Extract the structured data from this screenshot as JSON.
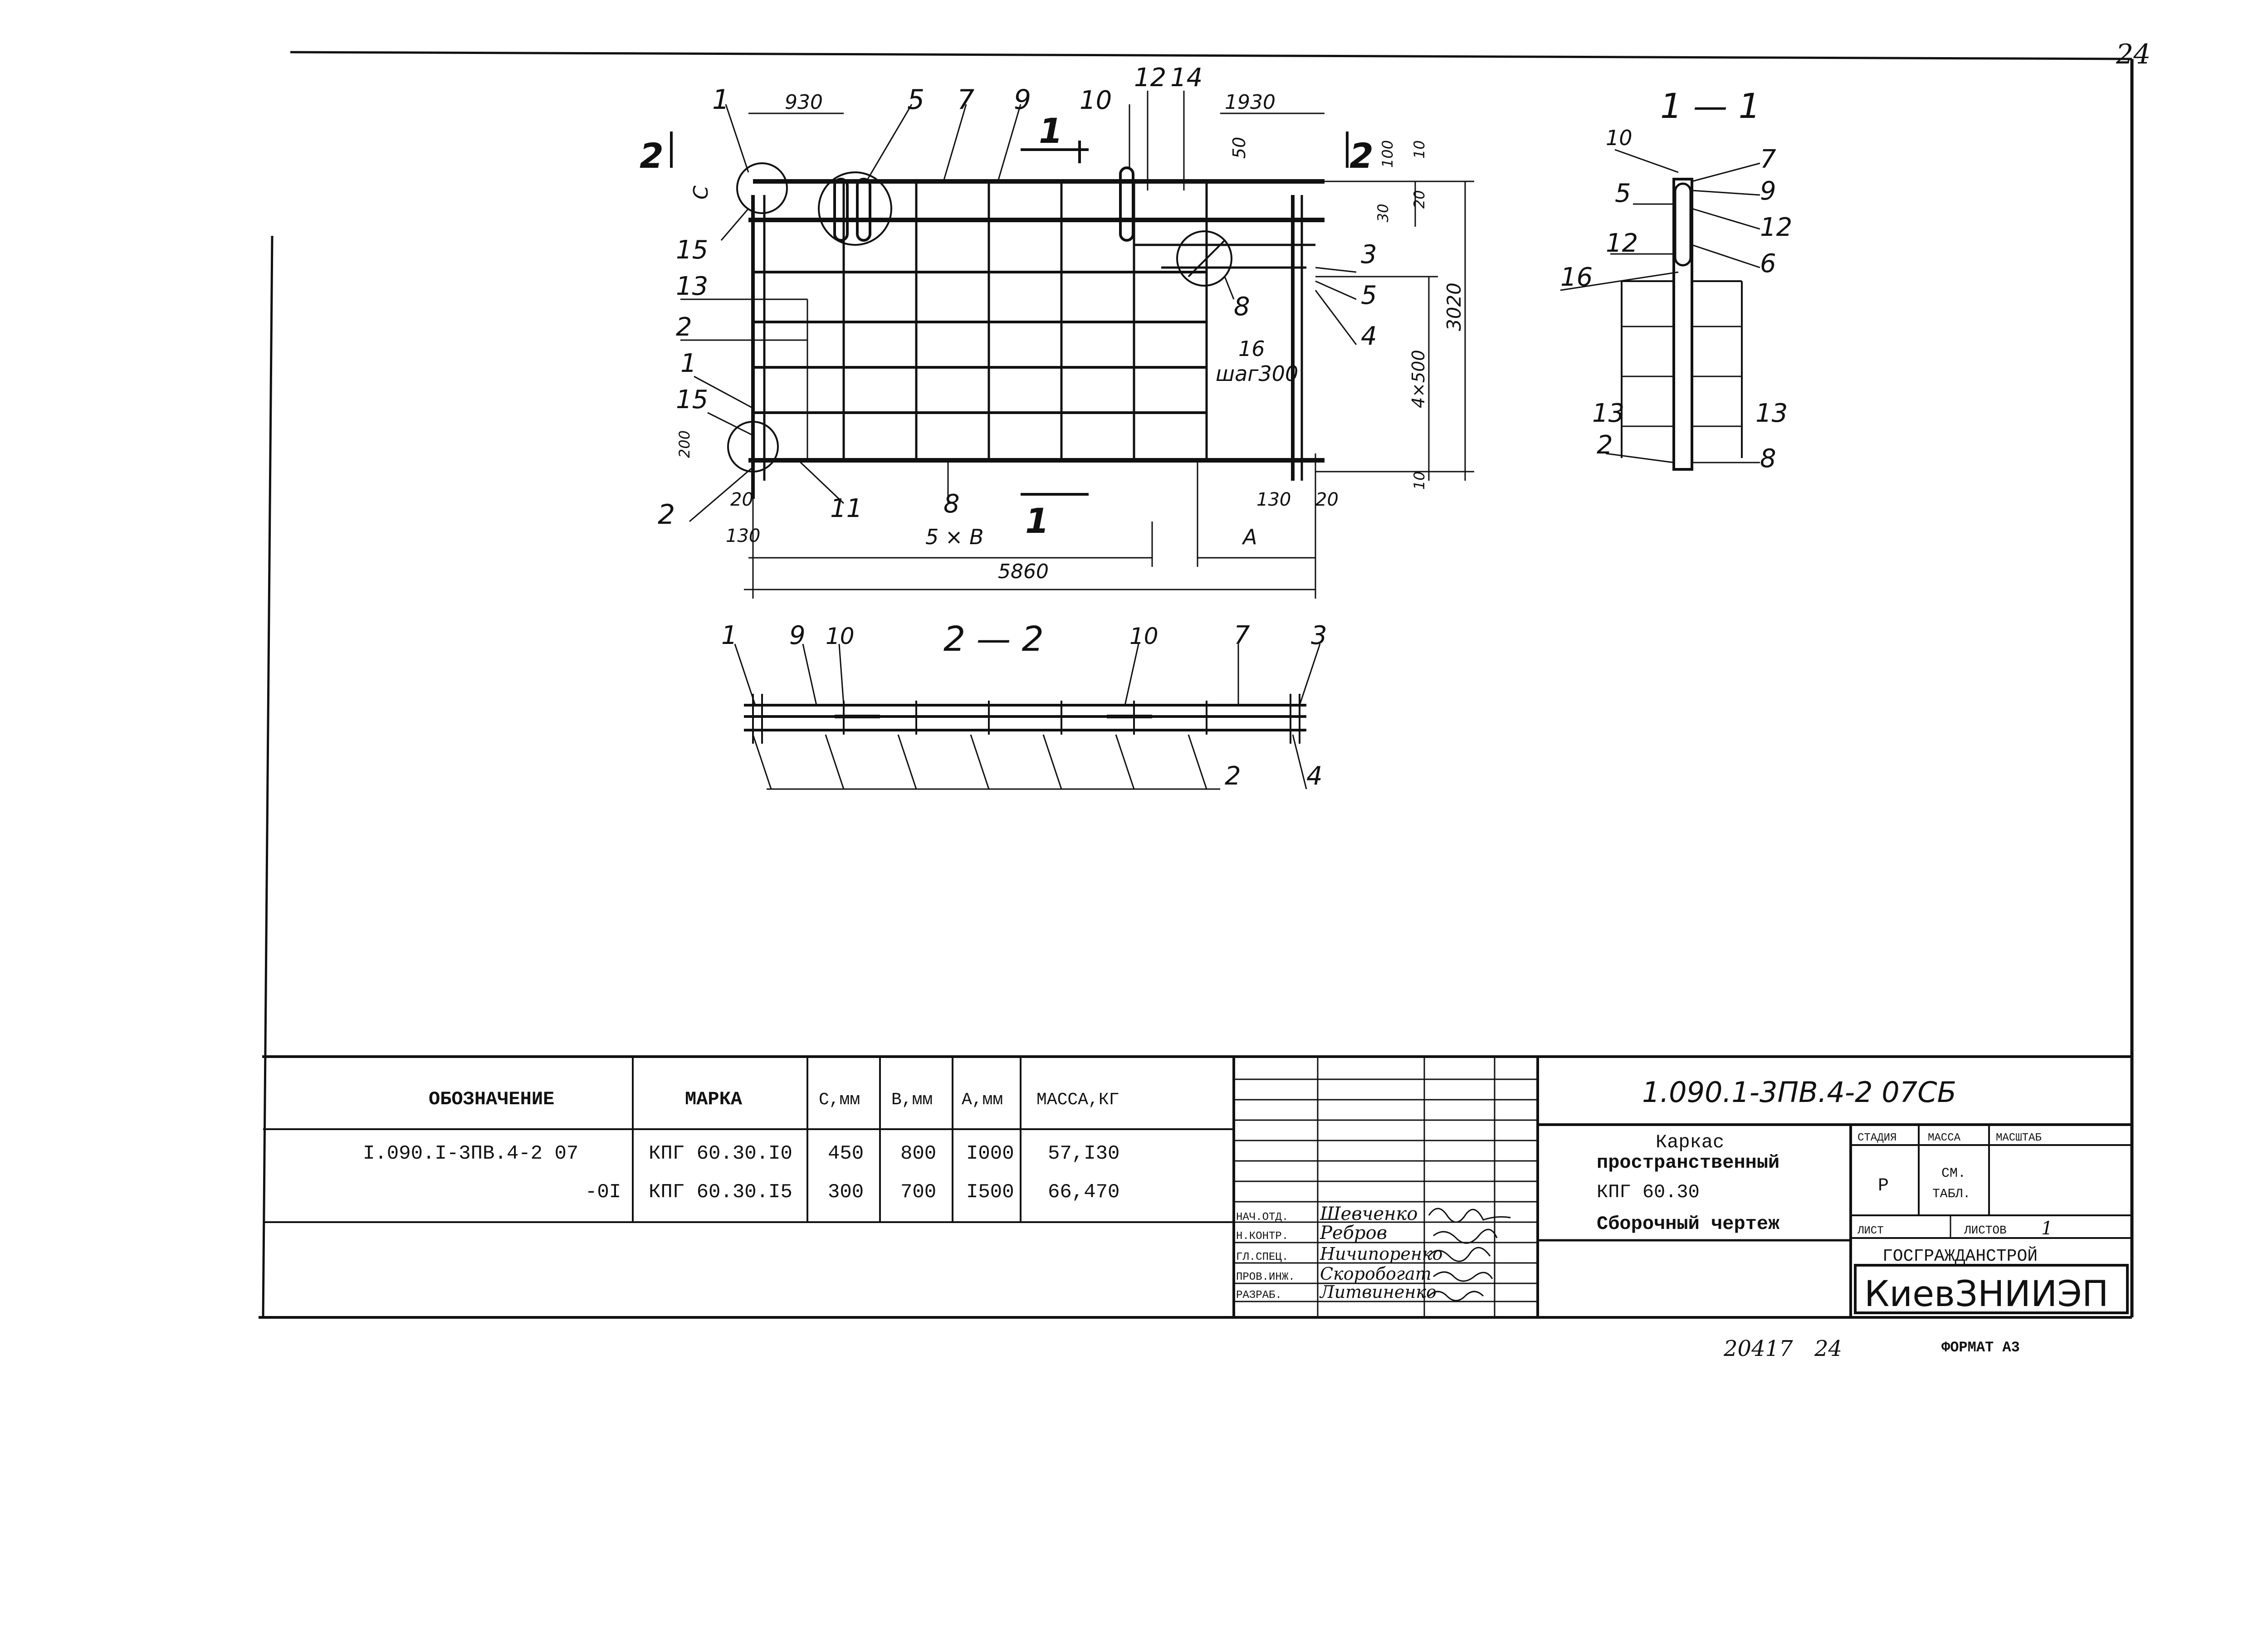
{
  "page": {
    "sheet_number": "24",
    "bottom_left_code": "20417",
    "bottom_page_number": "24",
    "format": "ФОРМАТ А3"
  },
  "drawing": {
    "labels": {
      "positions": [
        "1",
        "5",
        "7",
        "9",
        "10",
        "12",
        "14",
        "2",
        "15",
        "13",
        "2",
        "1",
        "15",
        "2",
        "11",
        "8",
        "3",
        "5",
        "4",
        "8",
        "16"
      ],
      "pitch_note": "шаг300",
      "multiplier_b": "5 × B",
      "multiplier_500": "4×500",
      "letter_a": "A",
      "letter_c": "C",
      "section_mark_1": "1",
      "section_mark_2": "2"
    },
    "dimensions": {
      "d930": "930",
      "d1930": "1930",
      "d50": "50",
      "d100": "100",
      "d10a": "10",
      "d20": "20",
      "d30": "30",
      "d3020": "3020",
      "d10b": "10",
      "d200": "200",
      "d20b": "20",
      "d130": "130",
      "d130b": "130",
      "d20c": "20",
      "d5860": "5860"
    },
    "section_1_1": {
      "title": "1 — 1",
      "labels": [
        "10",
        "7",
        "9",
        "5",
        "12",
        "6",
        "16",
        "12",
        "13",
        "13",
        "2",
        "8"
      ]
    },
    "section_2_2": {
      "title": "2 — 2",
      "labels": [
        "1",
        "9",
        "10",
        "10",
        "7",
        "3",
        "2",
        "4"
      ]
    }
  },
  "spec_table": {
    "headers": [
      "ОБОЗНАЧЕНИЕ",
      "МАРКА",
      "С,мм",
      "В,мм",
      "А,мм",
      "МАССА,КГ"
    ],
    "rows": [
      [
        "I.090.I-3ПВ.4-2 07",
        "КПГ 60.30.I0",
        "450",
        "800",
        "I000",
        "57,I30"
      ],
      [
        "-0I",
        "КПГ 60.30.I5",
        "300",
        "700",
        "I500",
        "66,470"
      ]
    ]
  },
  "title_block": {
    "doc_code": "1.090.1-3ПВ.4-2   07СБ",
    "title_line1": "Каркас",
    "title_line2": "пространственный",
    "title_line3": "КПГ 60.30",
    "title_line4": "Сборочный чертеж",
    "stage_header": "СТАДИЯ",
    "mass_header": "МАССА",
    "scale_header": "МАСШТАБ",
    "stage_value": "Р",
    "mass_value_1": "СМ.",
    "mass_value_2": "ТАБЛ.",
    "sheet_label": "ЛИСТ",
    "sheets_label": "ЛИСТОВ",
    "sheets_value": "1",
    "org_line1": "ГОСГРАЖДАНСТРОЙ",
    "org_line2": "КиевЗНИИЭП",
    "signatures": [
      {
        "role": "НАЧ.ОТД.",
        "name": "Шевченко"
      },
      {
        "role": "Н.КОНТР.",
        "name": "Ребров"
      },
      {
        "role": "ГЛ.СПЕЦ.",
        "name": "Ничипоренко"
      },
      {
        "role": "ПРОВ.ИНЖ.",
        "name": "Скоробогат"
      },
      {
        "role": "РАЗРАБ.",
        "name": "Литвиненко"
      }
    ]
  }
}
